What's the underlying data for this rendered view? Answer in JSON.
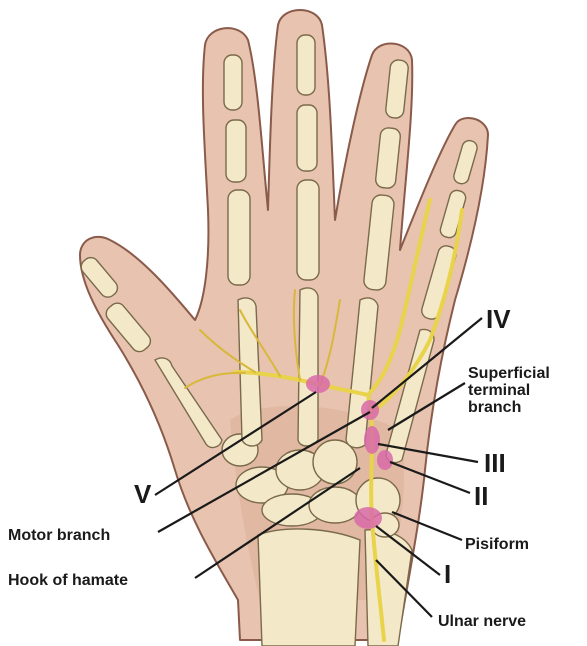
{
  "labels": {
    "iv": "IV",
    "superficial_l1": "Superficial",
    "superficial_l2": "terminal",
    "superficial_l3": "branch",
    "iii": "III",
    "v": "V",
    "ii": "II",
    "motor_branch": "Motor branch",
    "pisiform": "Pisiform",
    "hook_of_hamate": "Hook of hamate",
    "i": "I",
    "ulnar_nerve": "Ulnar nerve"
  },
  "colors": {
    "skin": "#e7c3b0",
    "bone": "#f3e9c9",
    "nerve": "#e9d34a",
    "zone": "#d86aa8"
  }
}
